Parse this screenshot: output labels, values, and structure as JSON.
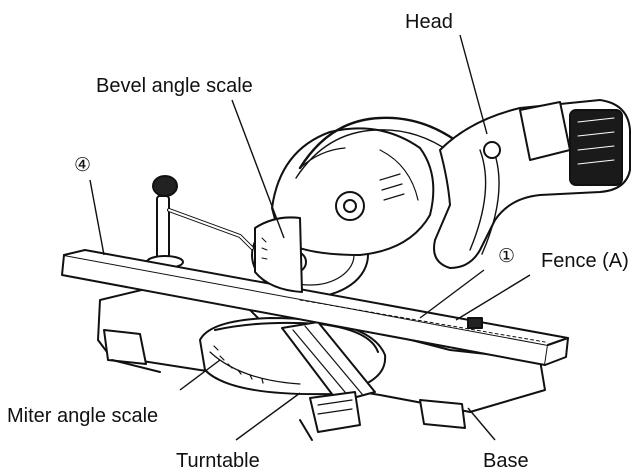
{
  "labels": {
    "head": "Head",
    "bevel_angle_scale": "Bevel angle scale",
    "fence_a": "Fence (A)",
    "miter_angle_scale": "Miter angle scale",
    "turntable": "Turntable",
    "base": "Base"
  },
  "callouts": {
    "one": "①",
    "four": "④"
  }
}
